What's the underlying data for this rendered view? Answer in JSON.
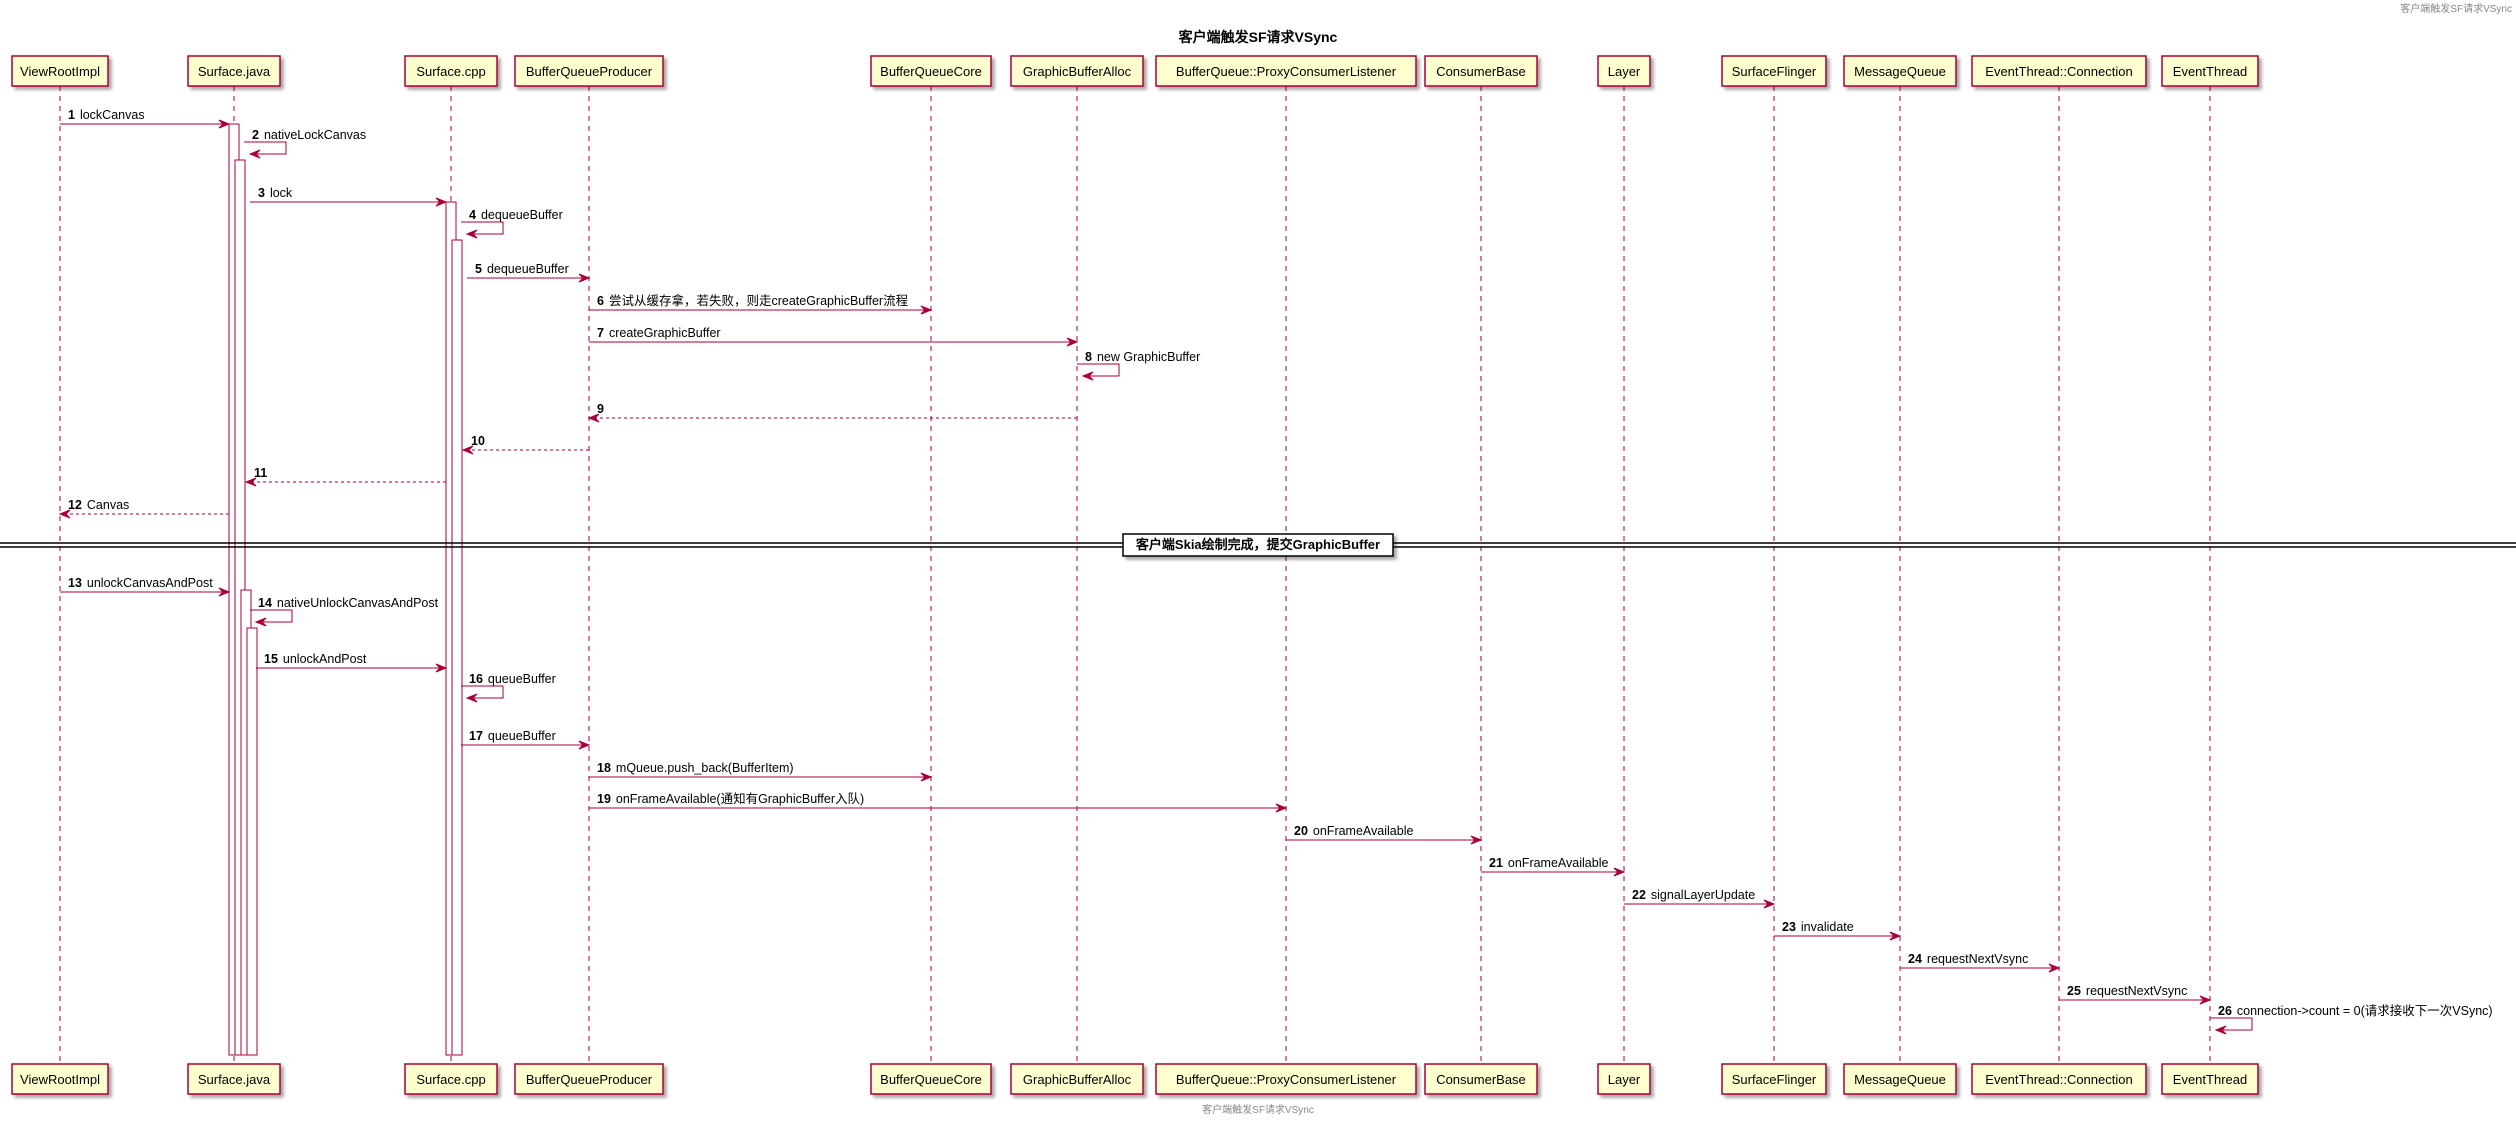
{
  "header_caption": "客户端触发SF请求VSync",
  "title": "客户端触发SF请求VSync",
  "footer_caption": "客户端触发SF请求VSync",
  "participants": [
    "ViewRootImpl",
    "Surface.java",
    "Surface.cpp",
    "BufferQueueProducer",
    "BufferQueueCore",
    "GraphicBufferAlloc",
    "BufferQueue::ProxyConsumerListener",
    "ConsumerBase",
    "Layer",
    "SurfaceFlinger",
    "MessageQueue",
    "EventThread::Connection",
    "EventThread"
  ],
  "divider": "客户端Skia绘制完成，提交GraphicBuffer",
  "messages": [
    {
      "num": "1",
      "label": "lockCanvas"
    },
    {
      "num": "2",
      "label": "nativeLockCanvas"
    },
    {
      "num": "3",
      "label": "lock"
    },
    {
      "num": "4",
      "label": "dequeueBuffer"
    },
    {
      "num": "5",
      "label": "dequeueBuffer"
    },
    {
      "num": "6",
      "label": "尝试从缓存拿，若失败，则走createGraphicBuffer流程"
    },
    {
      "num": "7",
      "label": "createGraphicBuffer"
    },
    {
      "num": "8",
      "label": "new GraphicBuffer"
    },
    {
      "num": "9",
      "label": ""
    },
    {
      "num": "10",
      "label": ""
    },
    {
      "num": "11",
      "label": ""
    },
    {
      "num": "12",
      "label": "Canvas"
    },
    {
      "num": "13",
      "label": "unlockCanvasAndPost"
    },
    {
      "num": "14",
      "label": "nativeUnlockCanvasAndPost"
    },
    {
      "num": "15",
      "label": "unlockAndPost"
    },
    {
      "num": "16",
      "label": "queueBuffer"
    },
    {
      "num": "17",
      "label": "queueBuffer"
    },
    {
      "num": "18",
      "label": "mQueue.push_back(BufferItem)"
    },
    {
      "num": "19",
      "label": "onFrameAvailable(通知有GraphicBuffer入队)"
    },
    {
      "num": "20",
      "label": "onFrameAvailable"
    },
    {
      "num": "21",
      "label": "onFrameAvailable"
    },
    {
      "num": "22",
      "label": "signalLayerUpdate"
    },
    {
      "num": "23",
      "label": "invalidate"
    },
    {
      "num": "24",
      "label": "requestNextVsync"
    },
    {
      "num": "25",
      "label": "requestNextVsync"
    },
    {
      "num": "26",
      "label": "connection->count = 0(请求接收下一次VSync)"
    }
  ],
  "colors": {
    "participant_fill": "#FEFECE",
    "participant_border": "#A80036",
    "arrow": "#A80036",
    "lifeline": "#A80036"
  }
}
